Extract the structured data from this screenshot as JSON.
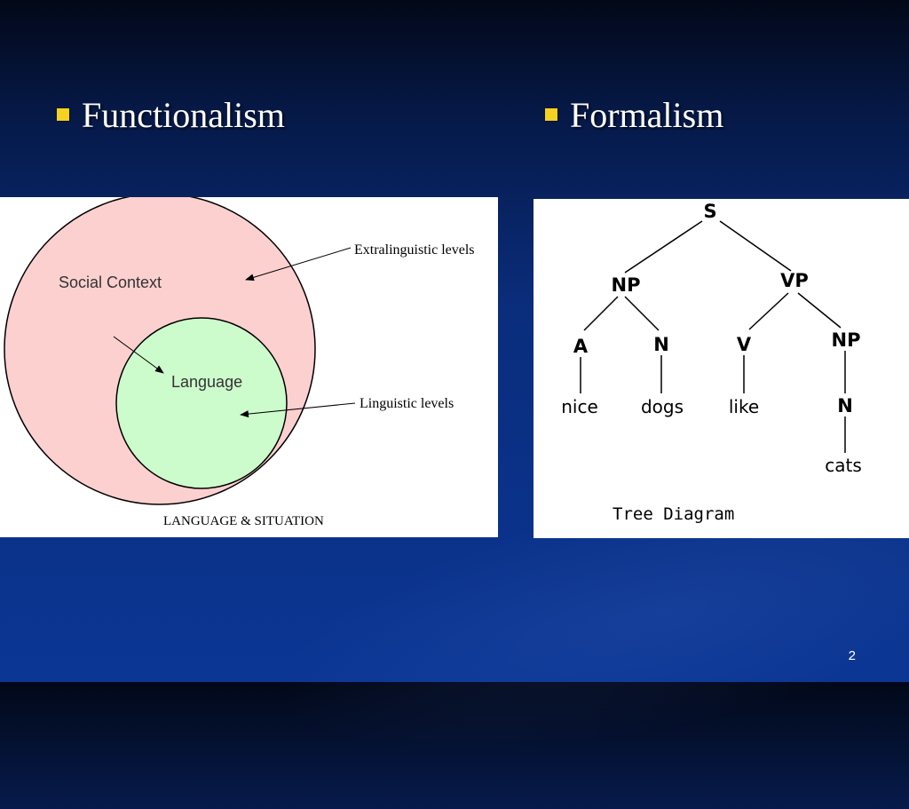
{
  "slide": {
    "left_heading": "Functionalism",
    "right_heading": "Formalism",
    "page_number": "2",
    "bullet_color": "#f5d21f"
  },
  "venn": {
    "outer_label": "Social Context",
    "inner_label": "Language",
    "extralinguistic_label": "Extralinguistic levels",
    "linguistic_label": "Linguistic levels",
    "caption": "LANGUAGE & SITUATION",
    "outer_color": "#fdd0d0",
    "inner_color": "#ccfccc"
  },
  "tree": {
    "caption": "Tree Diagram",
    "nodes": {
      "s": "S",
      "np": "NP",
      "vp": "VP",
      "a": "A",
      "n1": "N",
      "v": "V",
      "np2": "NP",
      "nice": "nice",
      "dogs": "dogs",
      "like": "like",
      "n2": "N",
      "cats": "cats"
    }
  }
}
